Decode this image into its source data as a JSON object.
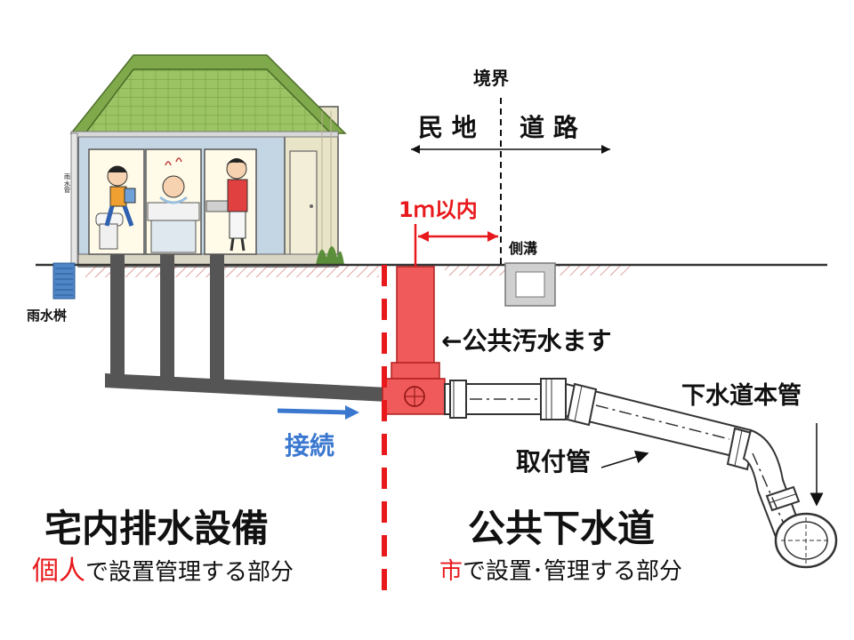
{
  "labels": {
    "boundary": "境界",
    "private_land": "民 地",
    "road": "道 路",
    "within_1m": "1ｍ以内",
    "side_ditch": "側溝",
    "rain_basin": "雨水桝",
    "rain_pipe": "雨水管",
    "public_catch_basin": "←公共汚水ます",
    "main_sewer": "下水道本管",
    "connection": "接続",
    "lateral_pipe": "取付管"
  },
  "sections": {
    "private": {
      "title": "宅内排水設備",
      "owner": "個人",
      "desc": "で設置管理する部分"
    },
    "public": {
      "title": "公共下水道",
      "owner": "市",
      "desc": "で設置･管理する部分"
    }
  },
  "colors": {
    "red": "#e8191c",
    "catch_basin": "#f05a5a",
    "blue": "#3a78d0",
    "pipe_gray": "#555555",
    "roof_green": "#8fb85a",
    "wall_blue": "#c4d6e4",
    "rain_basin_blue": "#4f86c6",
    "ground": "#333333"
  }
}
